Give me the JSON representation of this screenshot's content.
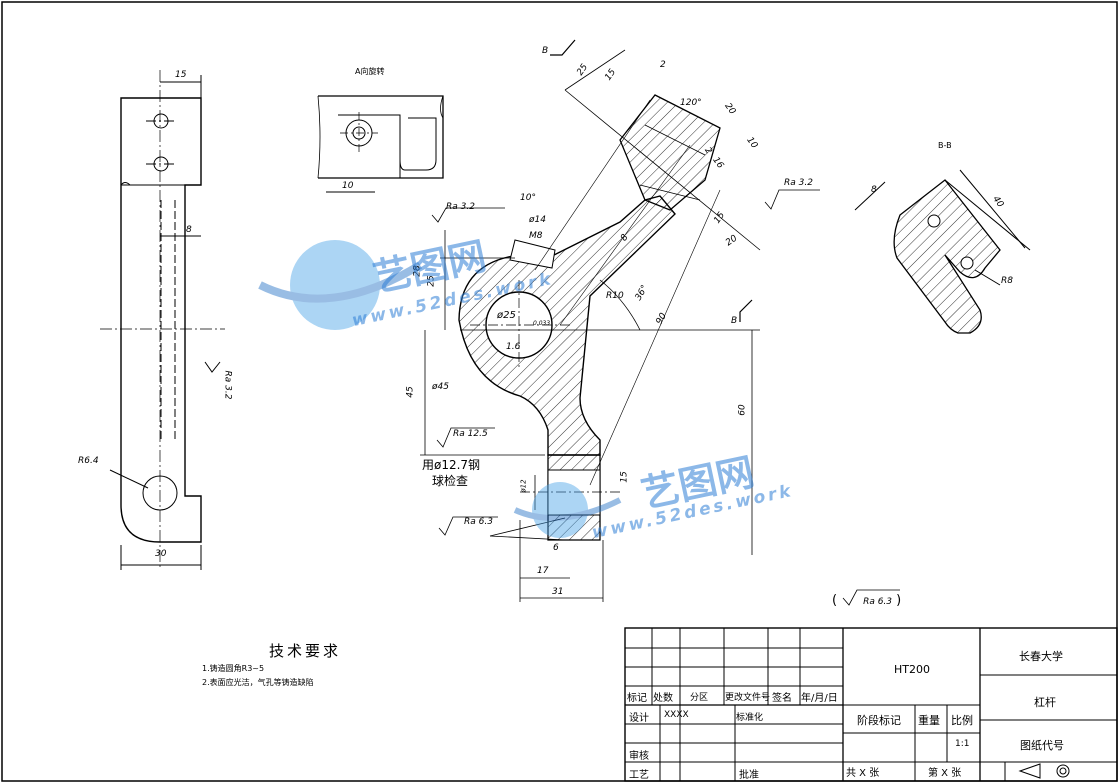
{
  "views": {
    "section_a_label": "A向旋转",
    "section_b_label": "B-B",
    "cut_label": "B",
    "rough_general": "Ra 6.3",
    "note_ball": [
      "用ø12.7钢",
      "球检查"
    ]
  },
  "dims": {
    "left_view": {
      "width_top": "15",
      "d8": "8",
      "ra": "Ra 3.2",
      "r64": "R6.4",
      "width_bottom": "30"
    },
    "a_view": {
      "d10": "10"
    },
    "main": {
      "d25": "25",
      "d15a": "15",
      "d2": "2",
      "ang120": "120°",
      "d20a": "20",
      "d10a": "10",
      "d2b": "2",
      "d16": "16",
      "d15b": "15",
      "d20b": "20",
      "ra_top": "Ra 3.2",
      "ang10": "10°",
      "dia14": "ø14",
      "m8": "M8",
      "ra_left": "Ra 3.2",
      "d28": "28",
      "d25b": "25",
      "dia25": "ø25",
      "tol": "0.033",
      "d8": "8",
      "r10": "R10",
      "ang36": "36°",
      "d90": "90",
      "d16b": "1.6",
      "dia45": "ø45",
      "d45": "45",
      "d60": "60",
      "ra125": "Ra 12.5",
      "d15c": "15",
      "dia12": "ø12",
      "d6": "6",
      "ra63": "Ra 6.3",
      "d17": "17",
      "d31": "31"
    },
    "bb_view": {
      "d8": "8",
      "d40": "40",
      "r8": "R8"
    }
  },
  "requirements": {
    "title": "技术要求",
    "items": [
      "1.铸造圆角R3~5",
      "2.表面应光洁，气孔等铸造缺陷"
    ]
  },
  "title_block": {
    "material": "HT200",
    "school": "长春大学",
    "part": "杠杆",
    "row_mark": [
      "标记",
      "处数",
      "分区",
      "更改文件号",
      "签名",
      "年/月/日"
    ],
    "design_label": "设计",
    "design_value": "XXXX",
    "standard_label": "标准化",
    "stage_mark": "阶段标记",
    "weight": "重量",
    "scale_label": "比例",
    "scale_value": "1:1",
    "drawing_no": "图纸代号",
    "review_label": "审核",
    "craft_label": "工艺",
    "approve_label": "批准",
    "sheets": "共 X 张",
    "sheet_no": "第 X 张"
  },
  "watermark": {
    "brand": "艺图网",
    "url": "www.52des.work"
  }
}
